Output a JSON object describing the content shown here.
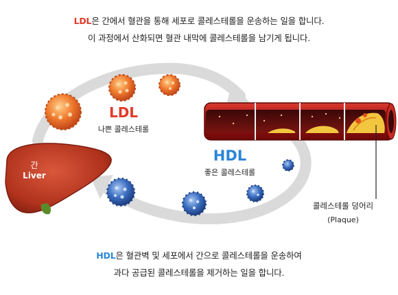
{
  "top_caption": {
    "highlight": "LDL",
    "line1_rest": "은 간에서 혈관을 통해 세포로 콜레스테롤을 운송하는 일을 합니다.",
    "line2": "이 과정에서 산화되면 혈관 내막에 콜레스테롤을 남기게 됩니다."
  },
  "ldl": {
    "label": "LDL",
    "sub": "나쁜 콜레스테롤"
  },
  "hdl": {
    "label": "HDL",
    "sub": "좋은 콜레스테롤"
  },
  "liver": {
    "ko": "간",
    "en": "Liver"
  },
  "plaque": {
    "ko": "콜레스테롤 덩어리",
    "en": "(Plaque)"
  },
  "bottom_caption": {
    "highlight": "HDL",
    "line1_rest": "은 혈관벽 및 세포에서 간으로 콜레스테롤을 운송하여",
    "line2": "과다 공급된 콜레스테롤을 제거하는 일을 합니다."
  },
  "colors": {
    "ldl": "#e23a2a",
    "hdl": "#2c86d6",
    "ldl_particle": "#f07a2e",
    "hdl_particle": "#2f5fb0",
    "liver": "#b8361f",
    "vessel": "#b21414",
    "plaque": "#f3c640",
    "arrow": "#d9d9d9"
  }
}
